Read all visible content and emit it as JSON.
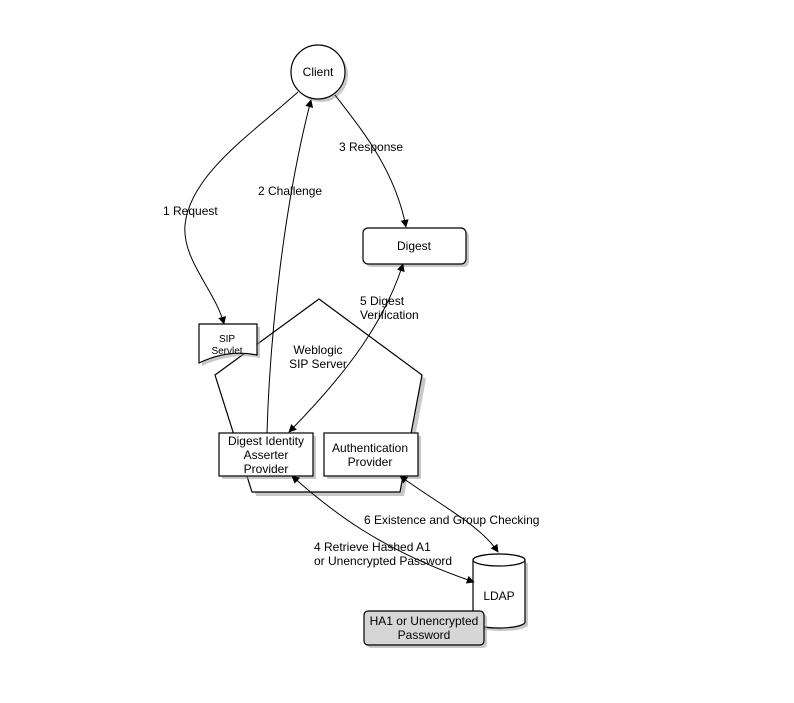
{
  "nodes": {
    "client": "Client",
    "digest": "Digest",
    "sip_servlet": [
      "SIP",
      "Servlet"
    ],
    "weblogic": [
      "Weblogic",
      "SIP Server"
    ],
    "digest_identity": [
      "Digest Identity",
      "Asserter",
      "Provider"
    ],
    "authentication": [
      "Authentication",
      "Provider"
    ],
    "ldap": "LDAP",
    "ha1": [
      "HA1 or Unencrypted",
      "Password"
    ]
  },
  "edges": {
    "request": "1 Request",
    "challenge": "2 Challenge",
    "response": "3 Response",
    "retrieve": [
      "4 Retrieve Hashed A1",
      "or Unencrypted Password"
    ],
    "verification": [
      "5 Digest",
      "Verification"
    ],
    "existence": "6 Existence and Group Checking"
  }
}
